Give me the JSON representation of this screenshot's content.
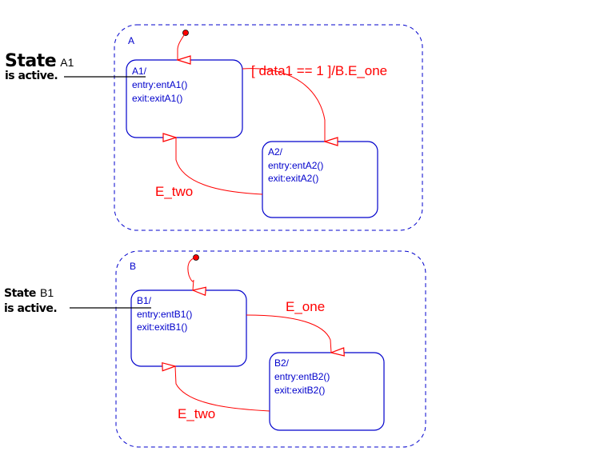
{
  "colors": {
    "state_border": "#0000cc",
    "transition": "#ff0000",
    "default_dot": "#ff0000",
    "callout_line": "#000000",
    "background": "#ffffff"
  },
  "callouts": [
    {
      "word": "State",
      "state": "A1",
      "line2": "is active."
    },
    {
      "word": "State",
      "state": "B1",
      "line2": "is active."
    }
  ],
  "superstates": [
    {
      "label": "A",
      "states": [
        {
          "name": "A1/",
          "entry": "entry:entA1()",
          "exit": "exit:exitA1()"
        },
        {
          "name": "A2/",
          "entry": "entry:entA2()",
          "exit": "exit:exitA2()"
        }
      ],
      "transitions": [
        {
          "from": "A1",
          "to": "A2",
          "label": "[ data1 == 1 ]/B.E_one"
        },
        {
          "from": "A2",
          "to": "A1",
          "label": "E_two"
        }
      ],
      "default_transition_target": "A1"
    },
    {
      "label": "B",
      "states": [
        {
          "name": "B1/",
          "entry": "entry:entB1()",
          "exit": "exit:exitB1()"
        },
        {
          "name": "B2/",
          "entry": "entry:entB2()",
          "exit": "exit:exitB2()"
        }
      ],
      "transitions": [
        {
          "from": "B1",
          "to": "B2",
          "label": "E_one"
        },
        {
          "from": "B2",
          "to": "B1",
          "label": "E_two"
        }
      ],
      "default_transition_target": "B1"
    }
  ]
}
